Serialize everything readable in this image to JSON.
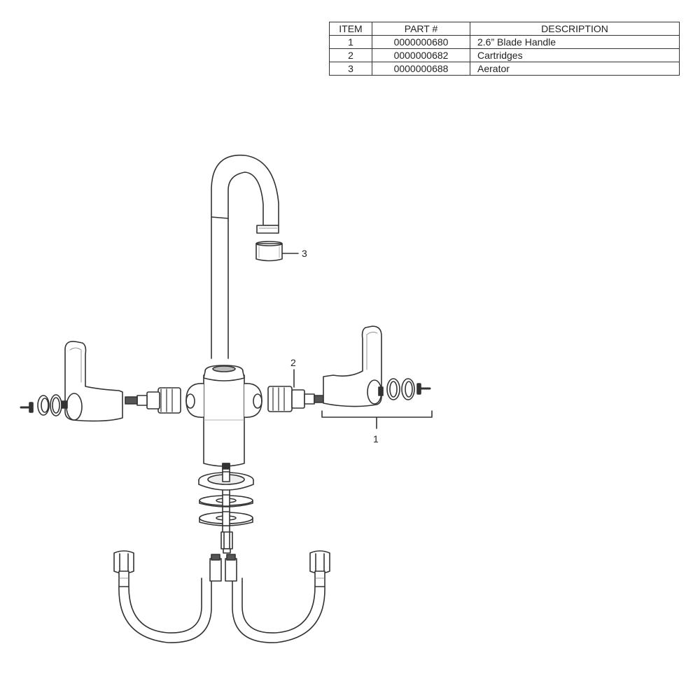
{
  "table": {
    "headers": [
      "ITEM",
      "PART #",
      "DESCRIPTION"
    ],
    "rows": [
      {
        "item": "1",
        "part": "0000000680",
        "description": "2.6” Blade Handle"
      },
      {
        "item": "2",
        "part": "0000000682",
        "description": "Cartridges"
      },
      {
        "item": "3",
        "part": "0000000688",
        "description": "Aerator"
      }
    ]
  },
  "callouts": {
    "item1": "1",
    "item2": "2",
    "item3": "3"
  },
  "colors": {
    "line": "#333333",
    "fill": "#ffffff",
    "shade": "#d8d8d8"
  }
}
